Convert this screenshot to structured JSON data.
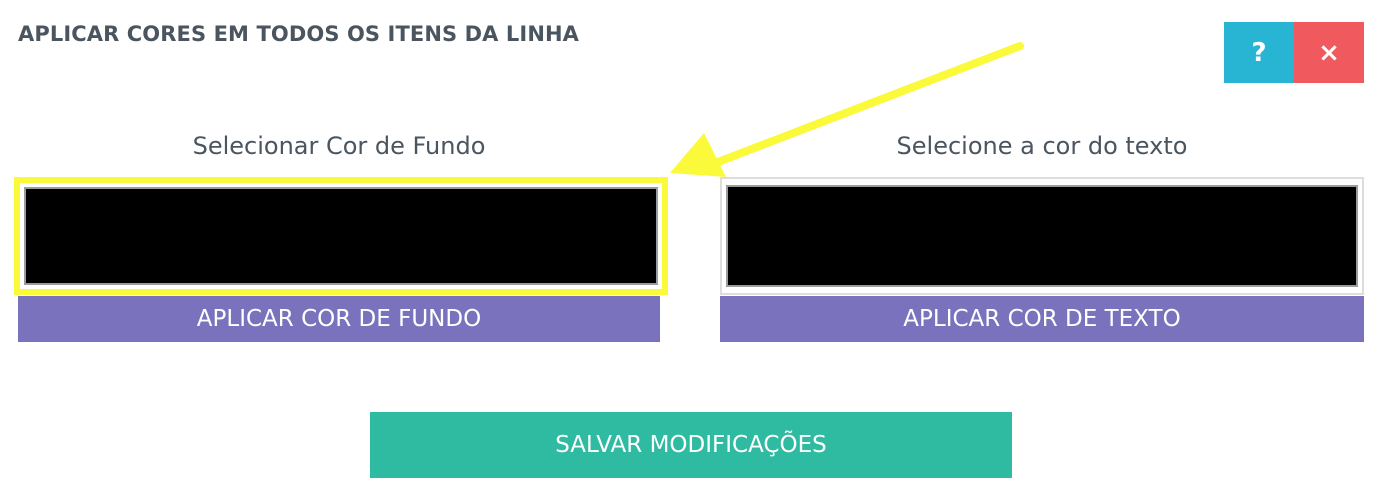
{
  "header": {
    "title": "APLICAR CORES EM TODOS OS ITENS DA LINHA",
    "help_label": "?",
    "close_label": "×"
  },
  "background_color": {
    "label": "Selecionar Cor de Fundo",
    "value": "#000000",
    "apply_label": "APLICAR COR DE FUNDO"
  },
  "text_color": {
    "label": "Selecione a cor do texto",
    "value": "#000000",
    "apply_label": "APLICAR COR DE TEXTO"
  },
  "footer": {
    "save_label": "SALVAR MODIFICAÇÕES"
  },
  "colors": {
    "help": "#27b5d3",
    "close": "#f05a5e",
    "apply": "#7b72bd",
    "save": "#2fbba1",
    "highlight": "#fafa3a"
  }
}
